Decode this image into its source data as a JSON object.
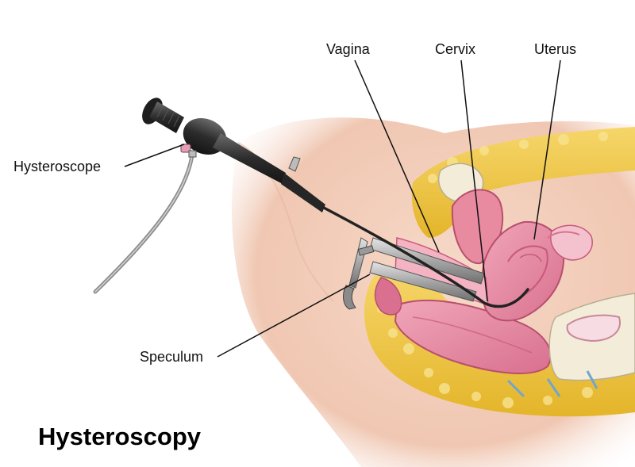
{
  "title": "Hysteroscopy",
  "labels": {
    "vagina": "Vagina",
    "cervix": "Cervix",
    "uterus": "Uterus",
    "hysteroscope": "Hysteroscope",
    "speculum": "Speculum"
  },
  "colors": {
    "skin": "#f3cfbb",
    "fat": "#efc83a",
    "muscle": "#e7849d",
    "uterus_wall": "#d96a8d",
    "bone": "#f2ecd9",
    "instrument": "#2e2e2e",
    "speculum_metal": "#a8a8a8",
    "leader_line": "#111111"
  }
}
